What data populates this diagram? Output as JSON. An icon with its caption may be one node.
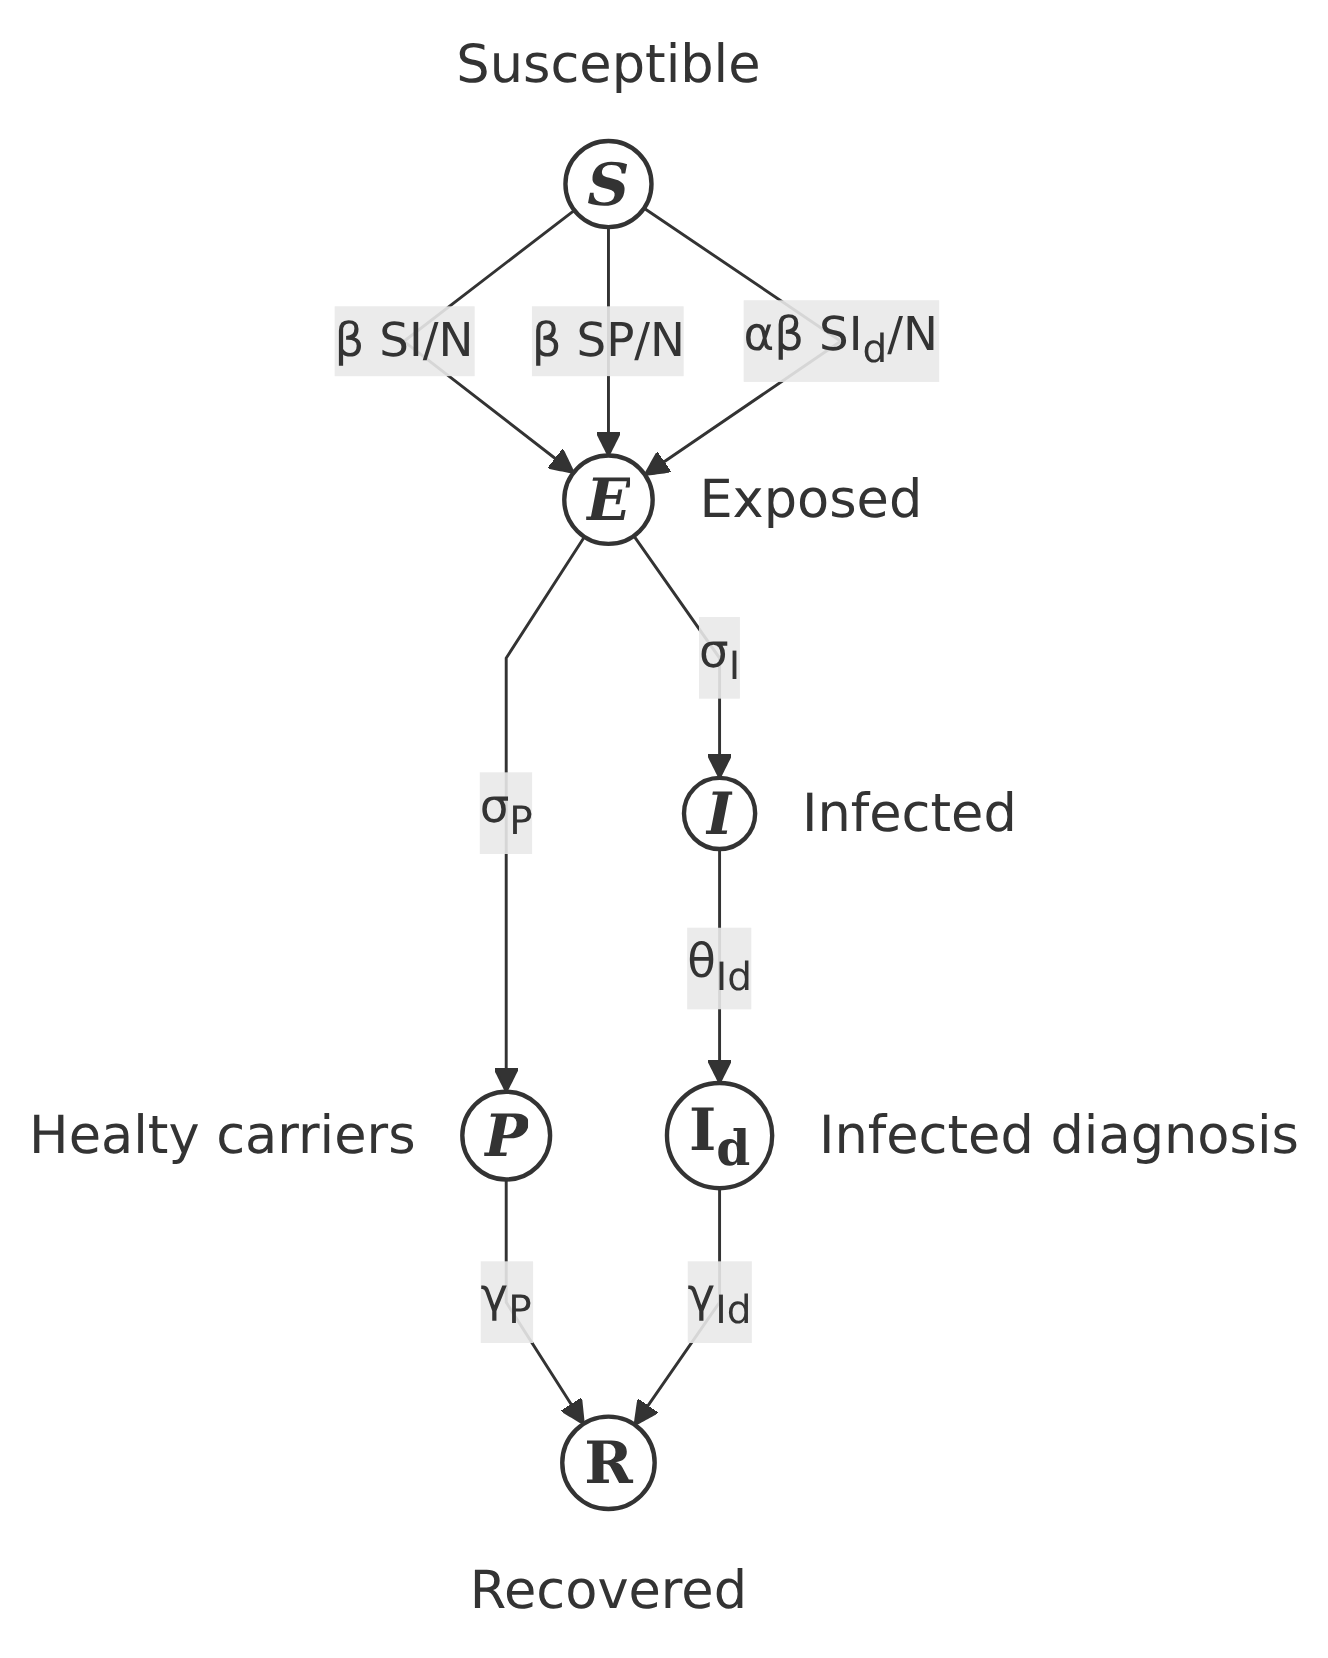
{
  "diagram": {
    "nodes": [
      {
        "text": [
          "S"
        ],
        "beside": [
          "Susceptible"
        ]
      },
      {
        "text": [
          "E"
        ],
        "beside": [
          "Exposed"
        ]
      },
      {
        "text": [
          "P"
        ],
        "beside": [
          "Healty carriers"
        ]
      },
      {
        "text": [
          "I"
        ],
        "beside": [
          "Infected"
        ]
      },
      {
        "text": [
          "I$_{d}$"
        ],
        "beside": [
          "Infected diagnosis"
        ]
      },
      {
        "text": [
          "R"
        ],
        "beside": [
          "Recovered"
        ]
      }
    ],
    "edges": [
      {
        "from": 0,
        "to": 1,
        "arrow": "to",
        "label": "β SI/N"
      },
      {
        "from": 0,
        "to": 1,
        "arrow": "to",
        "label": "β SP/N"
      },
      {
        "from": 0,
        "to": 1,
        "arrow": "to",
        "label": "αβ SI$_{d}$/N"
      },
      {
        "from": 1,
        "to": 2,
        "arrow": "to",
        "label": "σ$_{P}$"
      },
      {
        "from": 1,
        "to": 3,
        "arrow": "to",
        "label": "σ$_{I}$"
      },
      {
        "from": 3,
        "to": 4,
        "arrow": "to",
        "label": "θ$_{Id}$"
      },
      {
        "from": 2,
        "to": 5,
        "arrow": "to",
        "label": "γ$_{P}$"
      },
      {
        "from": 4,
        "to": 5,
        "arrow": "to",
        "label": "γ$_{Id}$"
      }
    ]
  }
}
